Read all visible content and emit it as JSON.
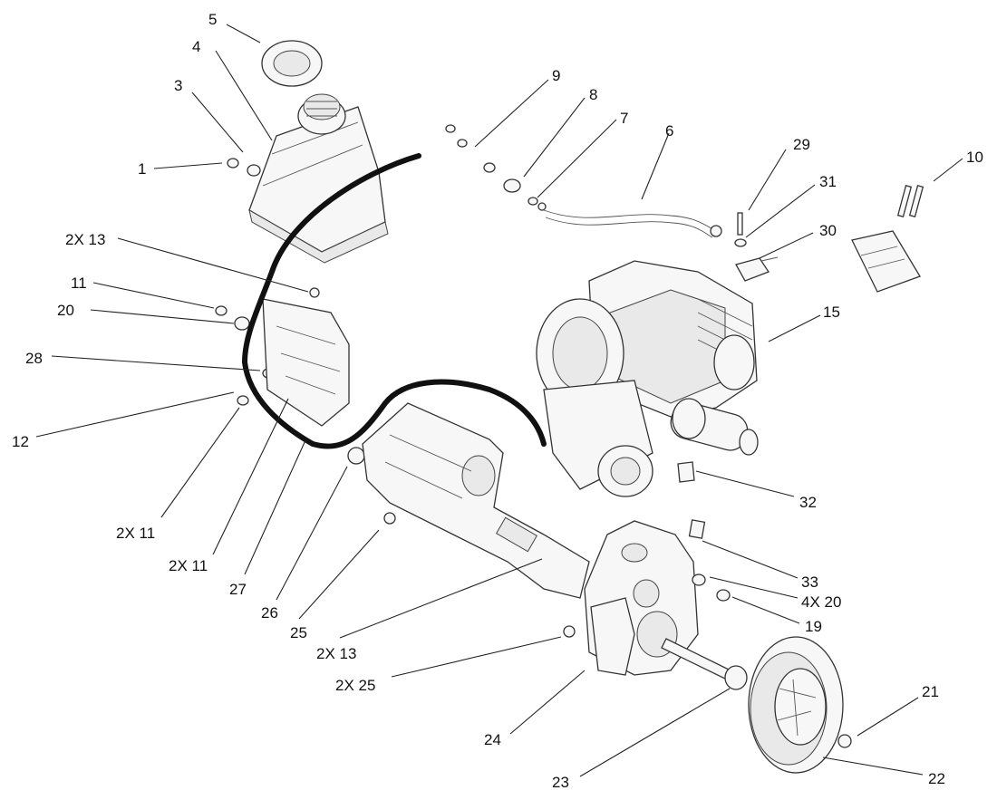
{
  "diagram": {
    "labels": {
      "l1": "1",
      "l2x13a": "2X 13",
      "l11": "11",
      "l20": "20",
      "l28": "28",
      "l12": "12",
      "l2x11a": "2X 11",
      "l2x11b": "2X 11",
      "l27": "27",
      "l26": "26",
      "l25": "25",
      "l2x13b": "2X 13",
      "l2x25": "2X 25",
      "l24": "24",
      "l23": "23",
      "l22": "22",
      "l21": "21",
      "l19": "19",
      "l4x20": "4X 20",
      "l33": "33",
      "l32": "32",
      "l15": "15",
      "l30": "30",
      "l31": "31",
      "l29": "29",
      "l10": "10",
      "l6": "6",
      "l7": "7",
      "l8": "8",
      "l9": "9",
      "l3": "3",
      "l4": "4",
      "l5": "5"
    }
  }
}
